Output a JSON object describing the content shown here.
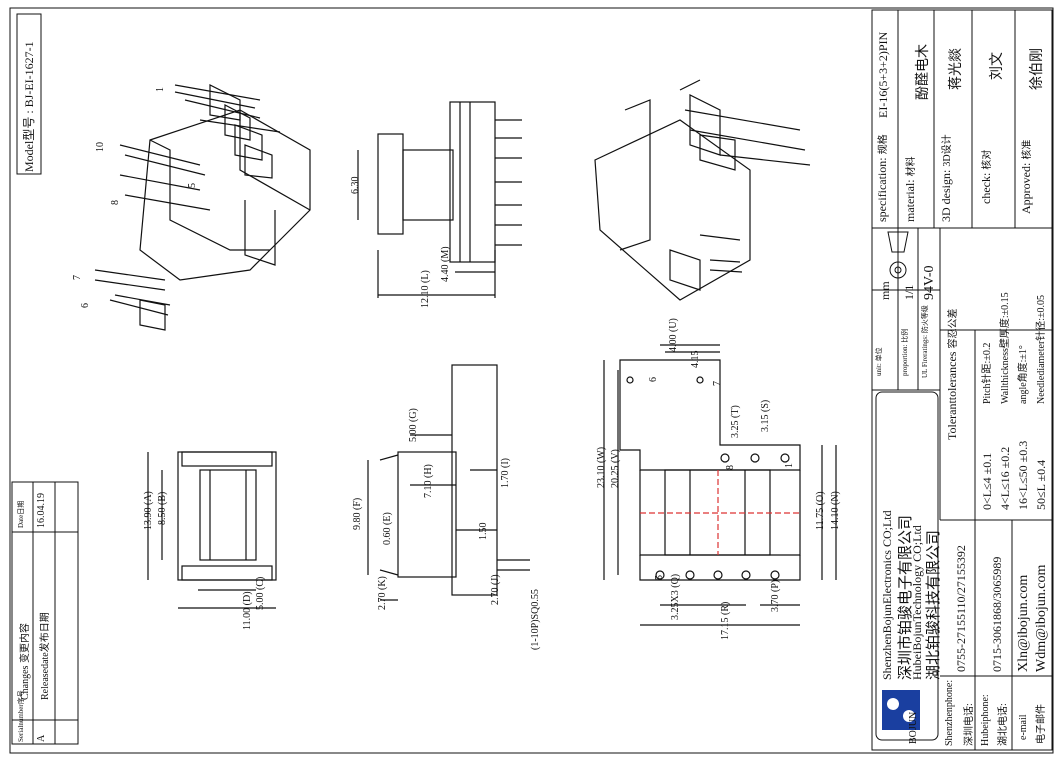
{
  "model_box": {
    "label": "Model型号 : ",
    "value": "BJ-EI-1627-1"
  },
  "changes": {
    "col_serial": "Serialnumber序号",
    "col_changes": "Changes 变更内容",
    "col_date": "Date日期",
    "row_serial": "A",
    "row_changes": "Releasedate发布日期",
    "row_date": "16.04.19"
  },
  "pins": {
    "p1": "1",
    "p5": "5",
    "p6": "6",
    "p7": "7",
    "p8": "8",
    "p10": "10"
  },
  "dims": {
    "d630": "6.30",
    "d1210": "12.10",
    "d440": "4.40",
    "d1390": "13.90",
    "d850": "8.50",
    "d500a": "5.00",
    "d1100": "11.00",
    "d980": "9.80",
    "d060": "0.60",
    "d500b": "5.00",
    "d710": "7.10",
    "d170": "1.70",
    "d150": "1.50",
    "d270a": "2.70",
    "d270b": "2.70",
    "d1_10": "(1-10P)SQ0.55",
    "d2310": "23.10",
    "d2025": "20.25",
    "d400": "4.00",
    "d415": "4.15",
    "d325": "3.25",
    "d315": "3.15",
    "d1175": "11.75",
    "d1410": "14.10",
    "d325x3": "3.25X3",
    "d370": "3.70",
    "d1715": "17.15"
  },
  "letters": {
    "A": "(A)",
    "B": "(B)",
    "C": "(C)",
    "D": "(D)",
    "E": "(E)",
    "F": "(F)",
    "G": "(G)",
    "H": "(H)",
    "I": "(I)",
    "J": "(J)",
    "K": "(K)",
    "L": "(L)",
    "M": "(M)",
    "N": "(N)",
    "O": "(O)",
    "P": "(P)",
    "Q": "(Q)",
    "R": "(R)",
    "S": "(S)",
    "T": "(T)",
    "U": "(U)",
    "V": "(V)",
    "W": "(W)"
  },
  "pin_markers": {
    "m6": "6",
    "m7": "7",
    "m8": "8",
    "m5": "5",
    "m1": "1"
  },
  "title_block": {
    "spec_label": "specification:",
    "spec_cn": "规格",
    "spec_value": "EI-16(5+3+2)PIN",
    "material_label": "material:",
    "material_cn": "材料",
    "material_value": "酚醛电木",
    "design_label": "3D design:",
    "design_cn": "3D设计",
    "design_value": "蒋光燚",
    "check_label": "check:",
    "check_cn": "核对",
    "check_value": "刘文",
    "approved_label": "Approved:",
    "approved_cn": "核准",
    "approved_value": "徐伯刚",
    "unit_label": "unit:",
    "unit_cn": "单位",
    "unit_value": "mm",
    "proportion_label": "proportion:",
    "proportion_cn": "比例",
    "proportion_value": "1/1",
    "ul_label": "UL Fireratings:",
    "ul_cn": "防火等级",
    "ul_value": "94V-0",
    "tolerances_title": "Toleranttolerances",
    "tolerances_cn": "容忍公差",
    "tol_1": "0<L≤4",
    "tol_1v": "±0.1",
    "tol_2": "4<L≤16",
    "tol_2v": "±0.2",
    "tol_3": "16<L≤50",
    "tol_3v": "±0.3",
    "tol_4": "50≤L",
    "tol_4v": "±0.4",
    "pitch": "Pitch针距:±0.2",
    "wall": "Wallthickness壁厚度:±0.15",
    "angle": "angle角度:±1°",
    "needle": "Needlediameter针径:±0.05",
    "company_en1": "ShenzhenBojunElectronics CO;Ltd",
    "company_cn1": "深圳市铂骏电子有限公司",
    "company_en2": "HubeiBojunTechnology CO;Ltd",
    "company_cn2": "湖北铂骏科技有限公司",
    "sz_phone_label": "Shenzhenphone:",
    "sz_phone_cn": "深圳电话:",
    "sz_phone": "0755-27155110/27155392",
    "hb_phone_label": "Hubeiphone:",
    "hb_phone_cn": "湖北电话:",
    "hb_phone": "0715-3061868/3065989",
    "email_label": "e-mail",
    "email_cn": "电子邮件",
    "email_1": "Xln@ibojun.com",
    "email_2": "Wdm@ibojun.com",
    "logo_text": "BOJUN"
  }
}
